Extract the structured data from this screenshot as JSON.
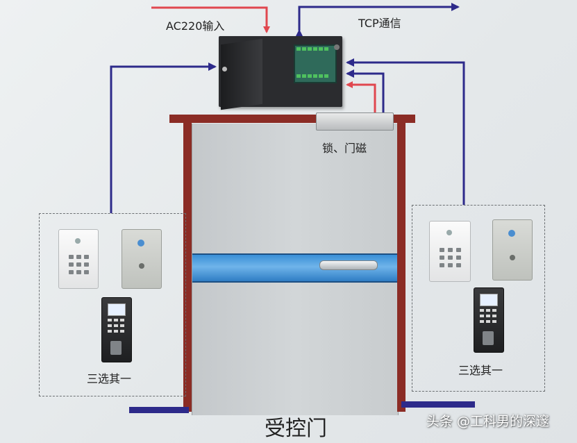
{
  "labels": {
    "power_input": "AC220输入",
    "tcp": "TCP通信",
    "lock_magnet": "锁、门磁",
    "reader_left": "三选其一",
    "reader_right": "三选其一",
    "door_title": "受控门"
  },
  "watermark": "头条 @工科男的深邃",
  "colors": {
    "power_wire": "#e0474f",
    "signal_wire": "#2d2a8a",
    "door_frame": "#8b2c25",
    "door_bar": "#3a8fd6"
  },
  "icons": {
    "controller": "access-controller-box",
    "lock": "magnetic-lock",
    "keypad": "keypad-card-reader",
    "card": "card-reader",
    "fingerprint": "fingerprint-terminal"
  }
}
